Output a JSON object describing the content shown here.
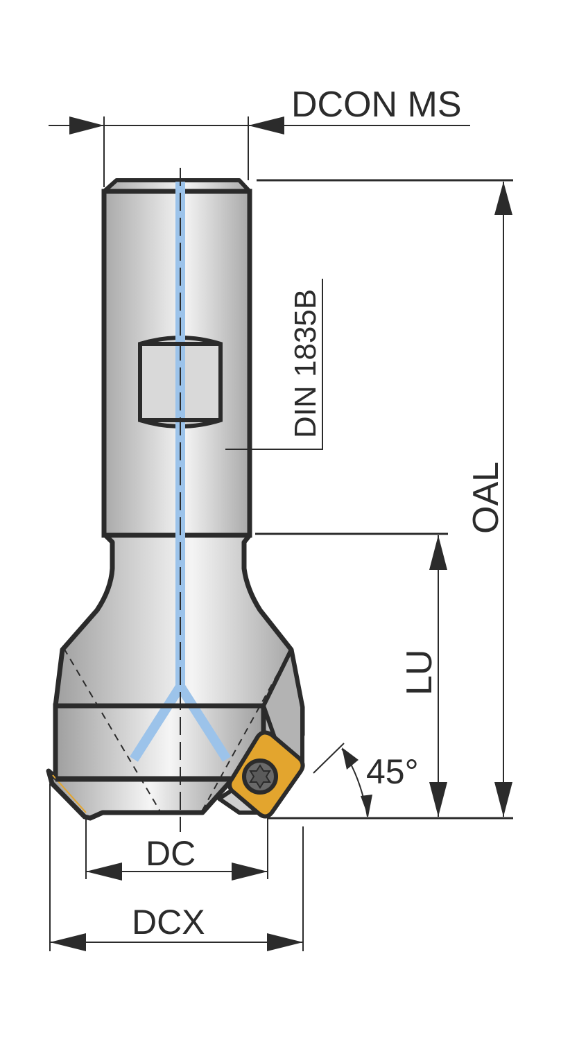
{
  "drawing": {
    "type": "technical-drawing",
    "subject": "indexable face mill cutter with Weldon shank",
    "colors": {
      "outline": "#2b2b2b",
      "body_light": "#f4f4f4",
      "body_dark": "#a9a9a9",
      "coolant": "#9cc3ea",
      "insert": "#e3a52e",
      "screw": "#6a6a6a"
    }
  },
  "labels": {
    "dcon": "DCON MS",
    "din": "DIN 1835B",
    "oal": "OAL",
    "lu": "LU",
    "angle": "45°",
    "dc": "DC",
    "dcx": "DCX"
  }
}
